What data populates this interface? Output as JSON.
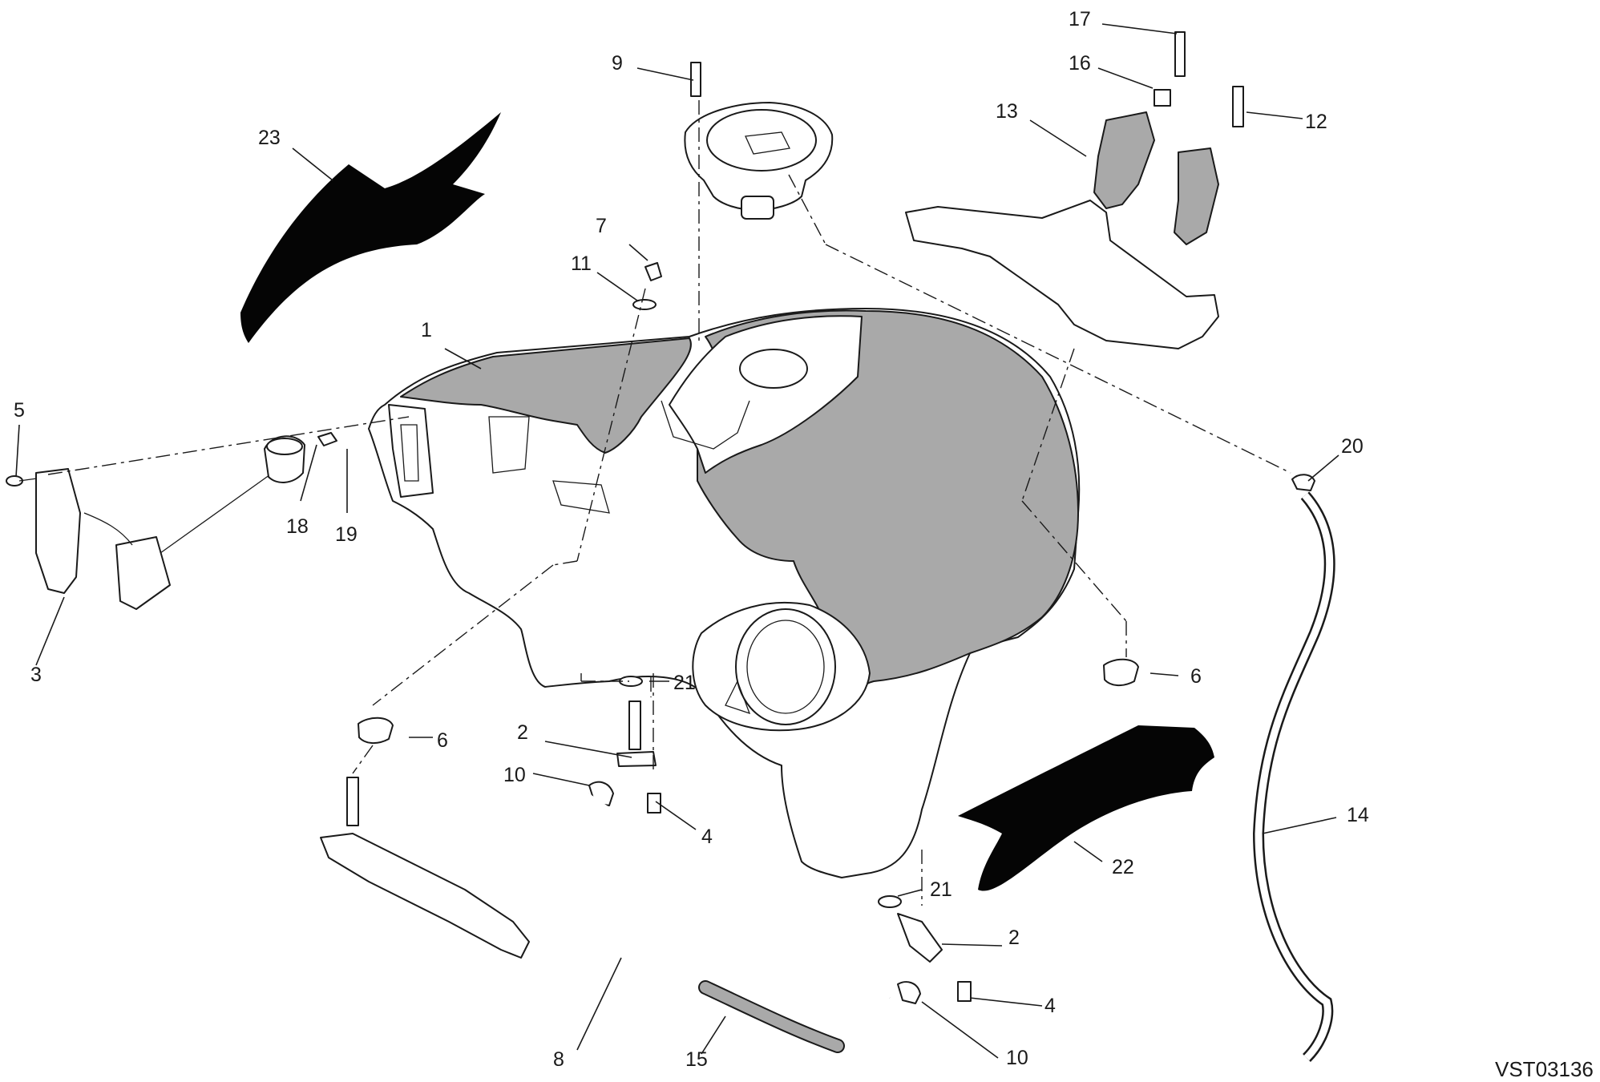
{
  "diagram": {
    "drawing_code": "VST03136",
    "callouts": [
      "1",
      "2",
      "2",
      "3",
      "4",
      "4",
      "5",
      "6",
      "6",
      "7",
      "8",
      "9",
      "10",
      "10",
      "11",
      "12",
      "13",
      "14",
      "15",
      "16",
      "17",
      "18",
      "19",
      "20",
      "21",
      "21",
      "22",
      "23"
    ]
  }
}
